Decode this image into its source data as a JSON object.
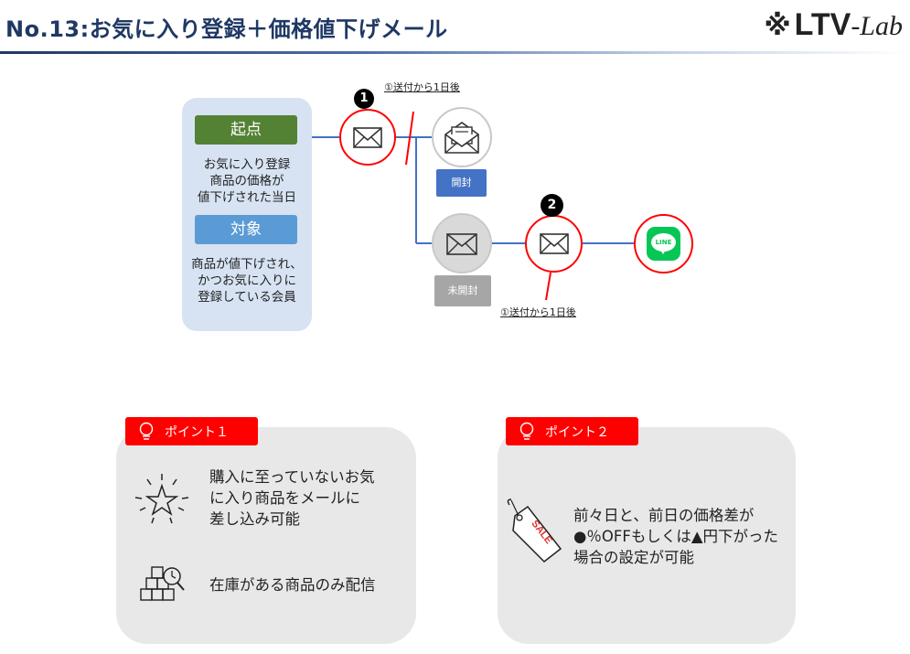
{
  "header": {
    "title": "No.13:お気に入り登録＋価格値下げメール",
    "logo_mark": "※",
    "logo_main": "LTV",
    "logo_sub": "-Lab"
  },
  "flow": {
    "start_label": "起点",
    "start_lines": [
      "お気に入り登録",
      "商品の価格が",
      "値下げされた当日"
    ],
    "target_label": "対象",
    "target_lines": [
      "商品が値下げされ、",
      "かつお気に入りに",
      "登録している会員"
    ],
    "step1_number": "1",
    "step2_number": "2",
    "delay1_caption": "①送付から1日後",
    "delay2_caption": "①送付から1日後",
    "opened_label": "開封",
    "unopened_label": "未開封",
    "line_icon_text": "LINE"
  },
  "points": [
    {
      "title": "ポイント１",
      "items": [
        {
          "icon": "star-sparkle-icon",
          "lines": [
            "購入に至っていないお気",
            "に入り商品をメールに",
            "差し込み可能"
          ]
        },
        {
          "icon": "inventory-boxes-icon",
          "lines": [
            "在庫がある商品のみ配信"
          ]
        }
      ]
    },
    {
      "title": "ポイント２",
      "items": [
        {
          "icon": "sale-tag-icon",
          "icon_text": "SALE",
          "lines": [
            "前々日と、前日の価格差が",
            "●％OFFもしくは▲円下がった",
            "場合の設定が可能"
          ]
        }
      ]
    }
  ],
  "colors": {
    "title": "#1f3864",
    "accent_red": "#ff0000",
    "start_green": "#548235",
    "target_blue": "#5b9bd5",
    "opened_blue": "#4472c4",
    "unopened_gray": "#a6a6a6",
    "line_green": "#06c755",
    "connector_blue": "#4472c4"
  }
}
